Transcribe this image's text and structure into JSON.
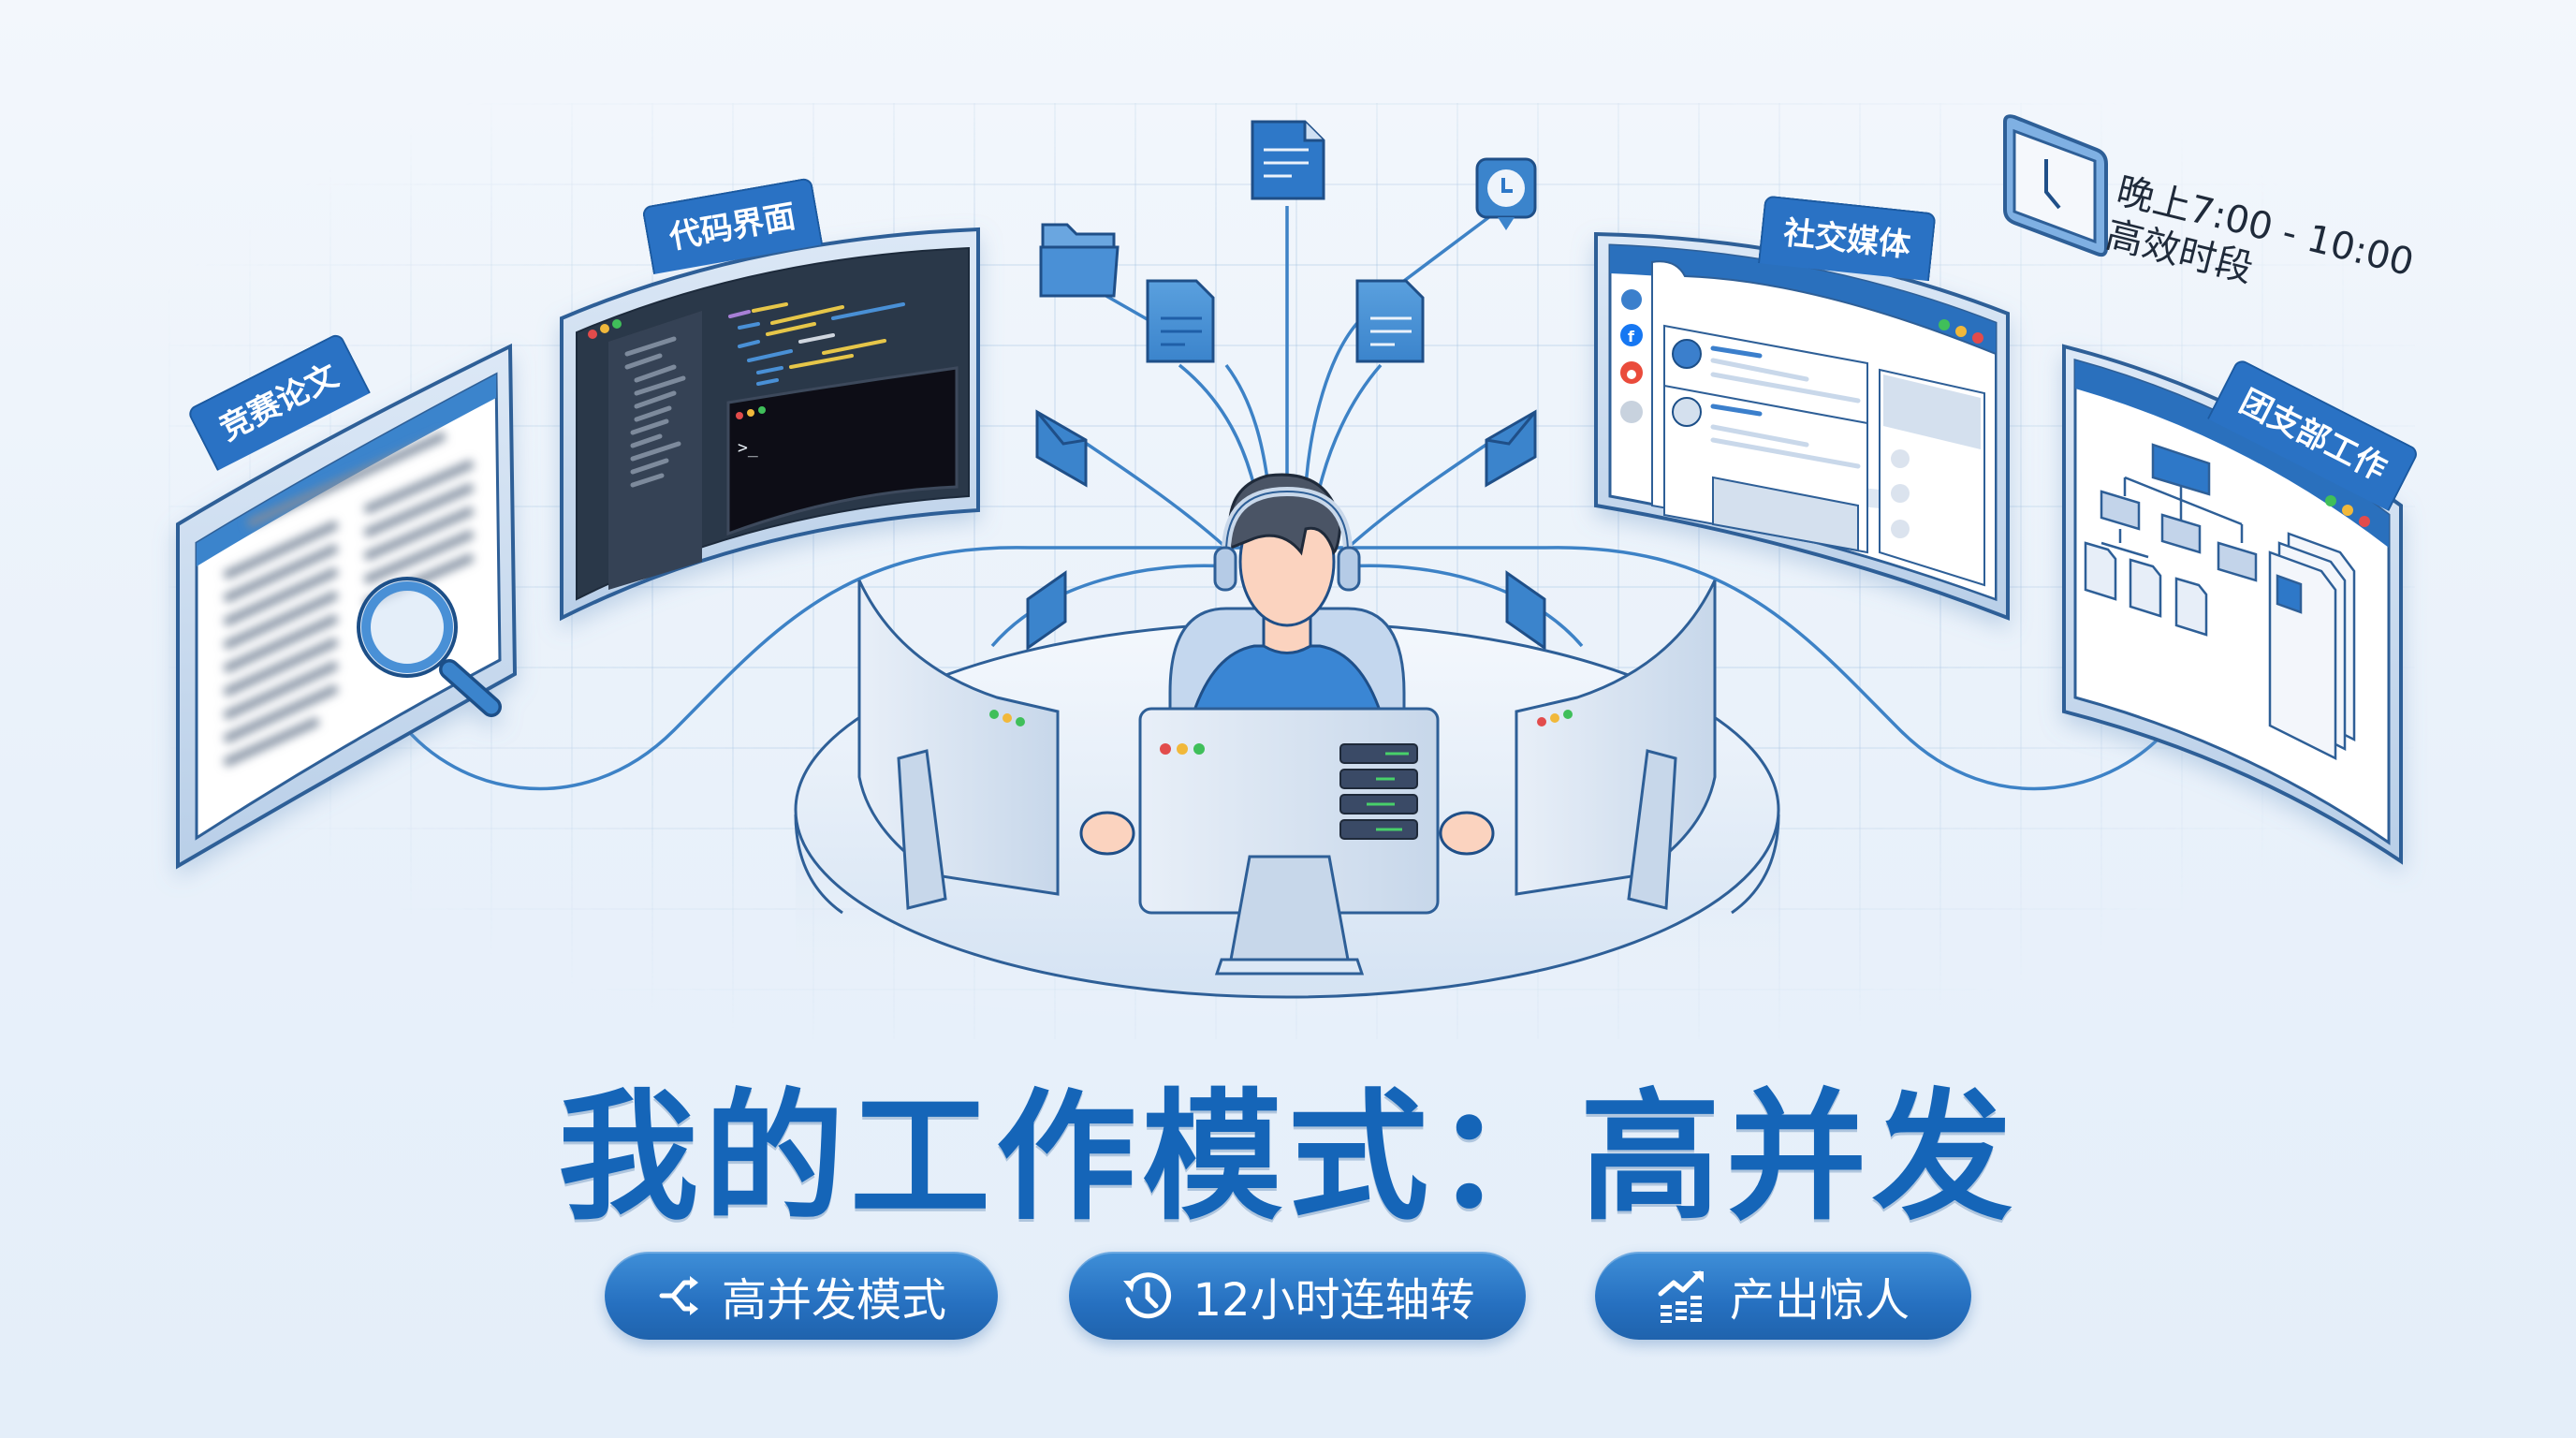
{
  "title": "我的工作模式：高并发",
  "panels": {
    "paper": {
      "tag": "竞赛论文",
      "icon": "magnifier-icon"
    },
    "code": {
      "tag": "代码界面",
      "terminal_prompt": ">_"
    },
    "social": {
      "tag": "社交媒体",
      "sidebar_icons": [
        "message-icon",
        "facebook-icon",
        "reddit-icon",
        "tiktok-icon"
      ]
    },
    "league": {
      "tag": "团支部工作",
      "icon": "org-chart-icon"
    }
  },
  "clock": {
    "line1": "晚上7:00 - 10:00",
    "line2": "高效时段"
  },
  "pills": [
    {
      "label": "高并发模式",
      "icon": "branch-arrows-icon"
    },
    {
      "label": "12小时连轴转",
      "icon": "clock-history-icon"
    },
    {
      "label": "产出惊人",
      "icon": "growth-chart-icon"
    }
  ],
  "colors": {
    "title": "#1565b8",
    "accent": "#2a72c4",
    "pill": "#2670c0",
    "background": "#eef4fb",
    "line": "#3d82c6"
  }
}
